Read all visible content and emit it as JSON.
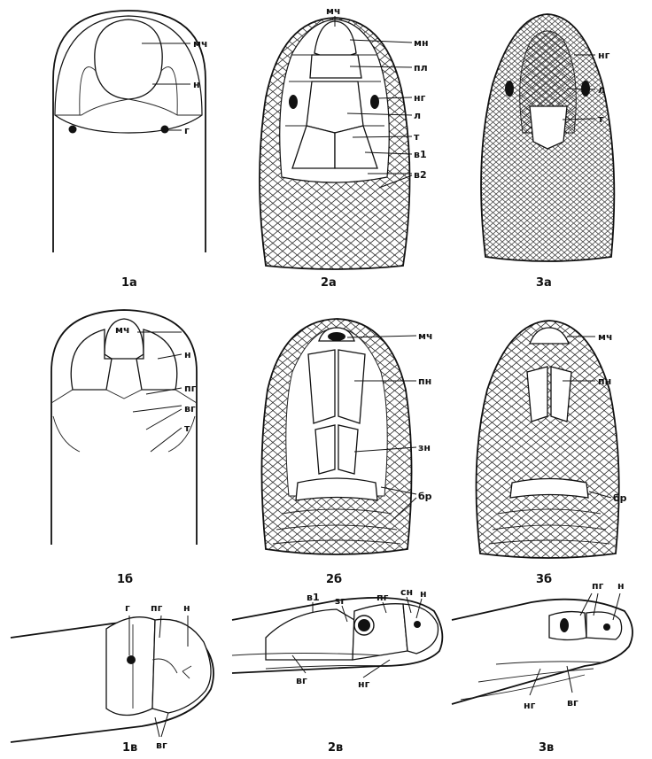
{
  "figures": [
    {
      "id": "1a",
      "caption": "1а",
      "labels": [
        "мч",
        "н",
        "г"
      ]
    },
    {
      "id": "2a",
      "caption": "2а",
      "labels": [
        "мч",
        "мн",
        "пл",
        "нг",
        "л",
        "т",
        "в1",
        "в2"
      ]
    },
    {
      "id": "3a",
      "caption": "3а",
      "labels": [
        "нг",
        "л",
        "т"
      ]
    },
    {
      "id": "1b",
      "caption": "1б",
      "labels": [
        "мч",
        "н",
        "пг",
        "вг",
        "т"
      ]
    },
    {
      "id": "2b",
      "caption": "2б",
      "labels": [
        "мч",
        "пн",
        "зн",
        "бр"
      ]
    },
    {
      "id": "3b",
      "caption": "3б",
      "labels": [
        "мч",
        "пн",
        "бр"
      ]
    },
    {
      "id": "1v",
      "caption": "1в",
      "labels": [
        "г",
        "пг",
        "н",
        "вг"
      ]
    },
    {
      "id": "2v",
      "caption": "2в",
      "labels": [
        "в1",
        "зг",
        "пг",
        "сн",
        "н",
        "вг",
        "нг"
      ]
    },
    {
      "id": "3v",
      "caption": "3в",
      "labels": [
        "пг",
        "н",
        "нг",
        "вг"
      ]
    }
  ]
}
